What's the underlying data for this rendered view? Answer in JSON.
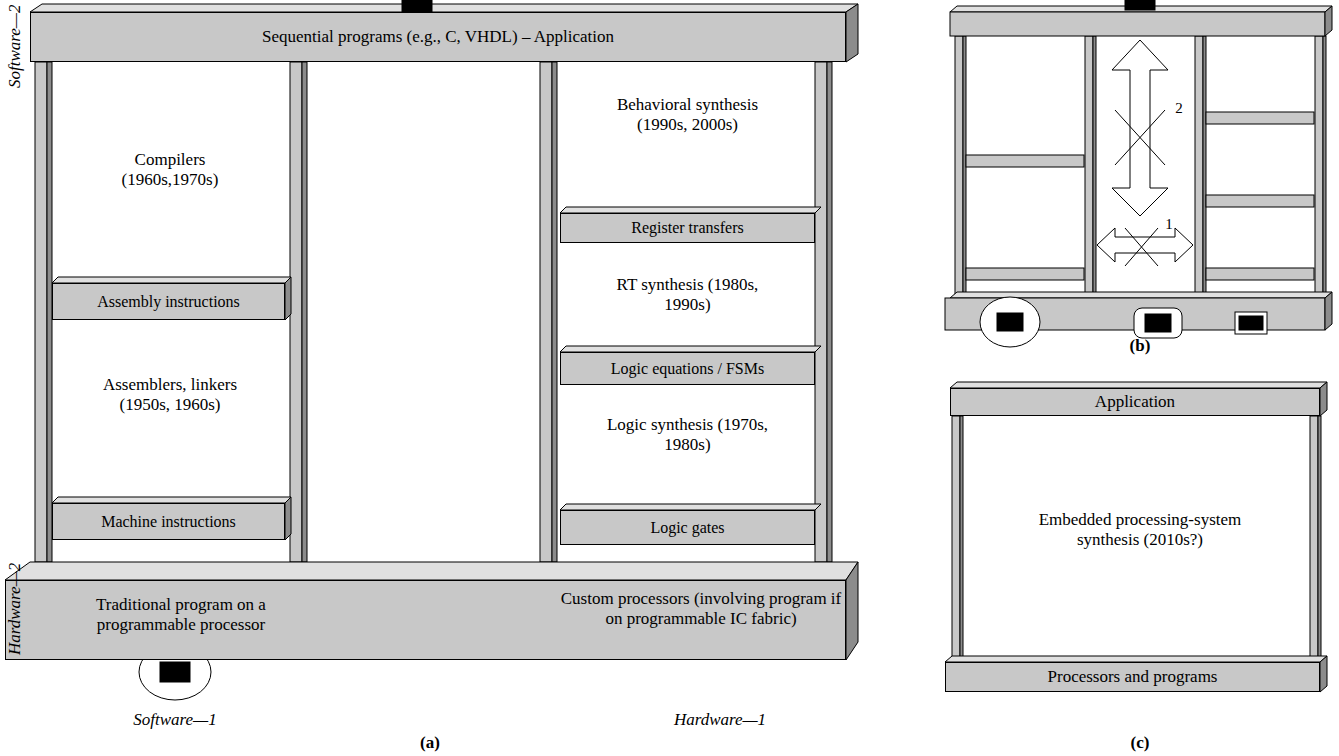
{
  "diagram": {
    "nodes": [
      {
        "text": [
          "Sequential programs (e.g., C, VHDL) – Application"
        ]
      },
      {
        "text": [
          "Assembly instructions"
        ]
      },
      {
        "text": [
          "Machine instructions"
        ]
      },
      {
        "text": [
          "Register transfers"
        ]
      },
      {
        "text": [
          "Logic equations / FSMs"
        ]
      },
      {
        "text": [
          "Logic gates"
        ]
      },
      {
        "text": [
          "Traditional program on a programmable processor",
          "Custom processors (involving program if on programmable IC fabric)"
        ]
      },
      {
        "text": [
          "Application"
        ]
      },
      {
        "text": [
          "Processors and programs"
        ]
      }
    ],
    "labels": [
      "Software—2",
      "Hardware—2",
      "Compilers (1960s,1970s)",
      "Assemblers, linkers (1950s, 1960s)",
      "Behavioral synthesis (1990s, 2000s)",
      "RT synthesis (1980s, 1990s)",
      "Logic synthesis (1970s, 1980s)",
      "Software—1",
      "Hardware—1",
      "(a)",
      "1",
      "2",
      "(b)",
      "Embedded processing-system synthesis (2010s?)",
      "(c)"
    ]
  }
}
